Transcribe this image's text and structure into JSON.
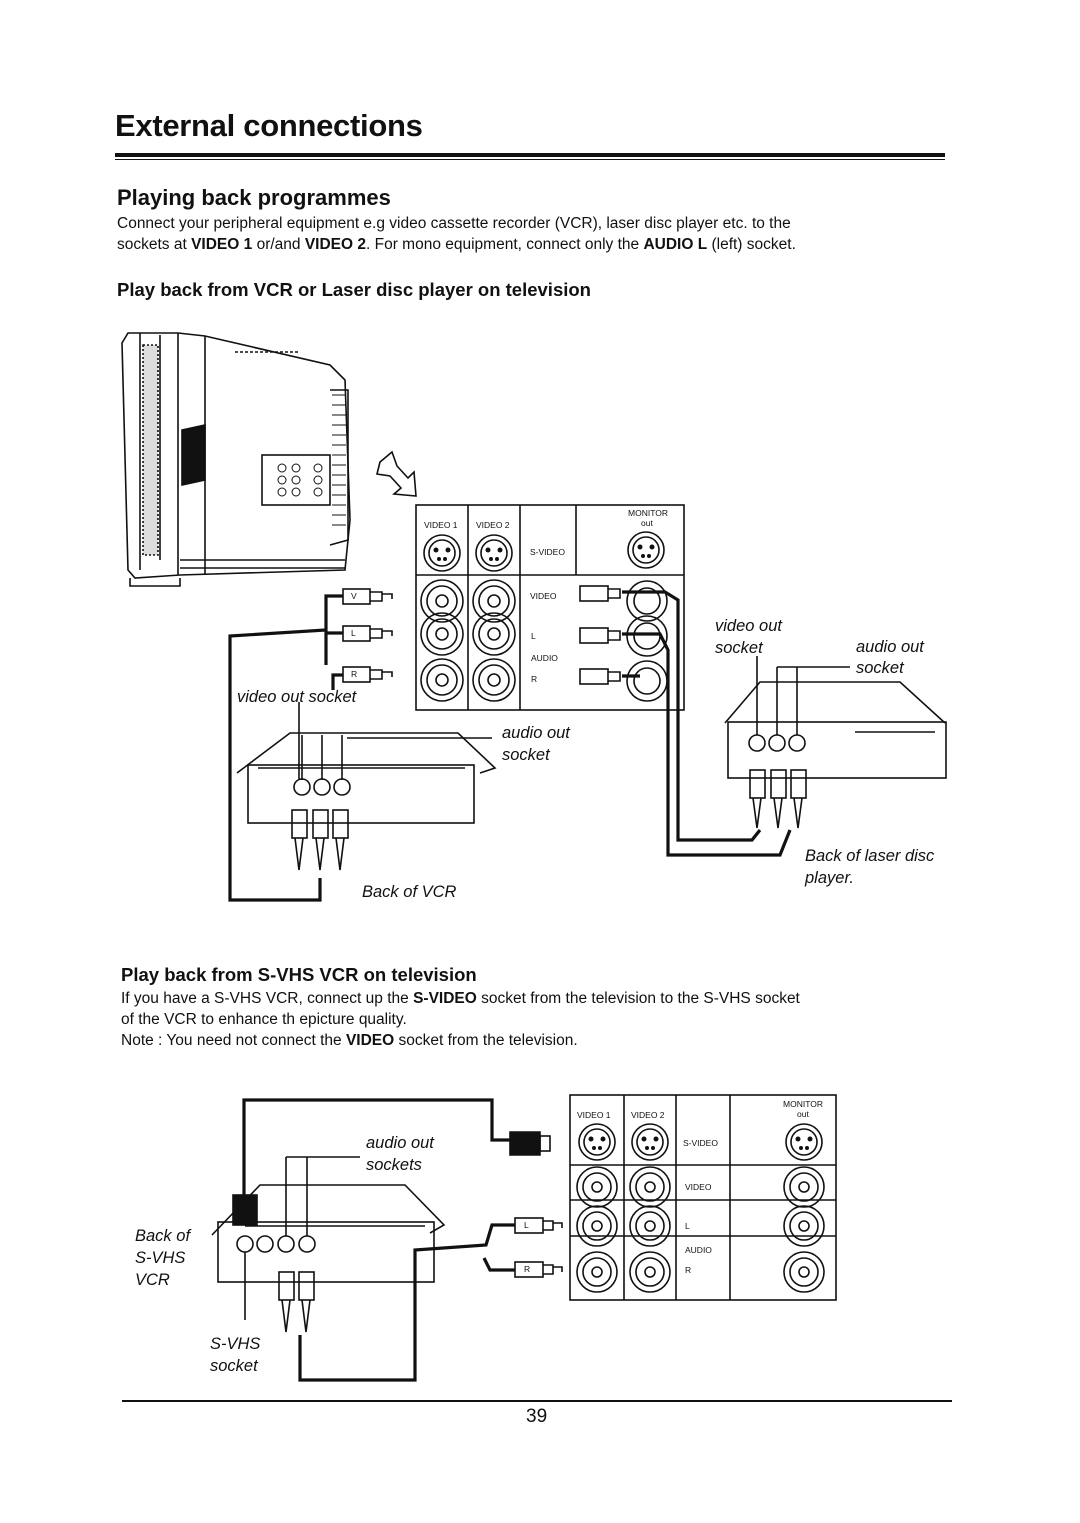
{
  "page": {
    "title": "External connections",
    "section_title": "Playing back programmes",
    "intro": {
      "t1": "Connect your peripheral equipment e.g video cassette recorder (VCR), laser disc player etc. to the",
      "t2": "sockets at ",
      "b1": "VIDEO 1",
      "t3": " or/and ",
      "b2": "VIDEO 2",
      "t4": ". For mono equipment, connect only the ",
      "b3": "AUDIO L",
      "t5": " (left) socket."
    },
    "sub1_title": "Play back from VCR or Laser disc player on television",
    "sub2_title": "Play back from S-VHS VCR on television",
    "sub2_text": {
      "t1": "If you have a S-VHS VCR, connect up the ",
      "b1": "S-VIDEO",
      "t2": " socket from the television to the S-VHS socket",
      "t3": "of the VCR to enhance th epicture quality.",
      "t4": "Note : You need not connect the ",
      "b2": "VIDEO",
      "t5": " socket from the television."
    },
    "page_number": "39"
  },
  "diagram1": {
    "panel": {
      "video1": "VIDEO 1",
      "video2": "VIDEO 2",
      "monitor": "MONITOR",
      "out": "out",
      "svideo": "S-VIDEO",
      "video": "VIDEO",
      "l": "L",
      "audio": "AUDIO",
      "r": "R"
    },
    "plugs": {
      "v": "V",
      "l": "L",
      "r": "R"
    },
    "labels": {
      "video_out_socket": "video out socket",
      "audio_out_1": "audio out",
      "audio_out_2": "socket",
      "back_of_vcr": "Back of VCR",
      "ld_video_out_1": "video out",
      "ld_video_out_2": "socket",
      "ld_audio_out_1": "audio out",
      "ld_audio_out_2": "socket",
      "back_ld_1": "Back of laser disc",
      "back_ld_2": "player."
    }
  },
  "diagram2": {
    "panel": {
      "video1": "VIDEO 1",
      "video2": "VIDEO 2",
      "monitor": "MONITOR",
      "out": "out",
      "svideo": "S-VIDEO",
      "video": "VIDEO",
      "l": "L",
      "audio": "AUDIO",
      "r": "R"
    },
    "plugs": {
      "l": "L",
      "r": "R"
    },
    "labels": {
      "audio_out_1": "audio out",
      "audio_out_2": "sockets",
      "back_of_1": "Back of",
      "back_of_2": "S-VHS",
      "back_of_3": "VCR",
      "svhs_socket_1": "S-VHS",
      "svhs_socket_2": "socket"
    }
  },
  "icons": [
    "tv-set-icon",
    "arrow-icon",
    "vcr-icon",
    "laser-disc-player-icon",
    "svhs-vcr-icon",
    "rca-plug-icon",
    "svideo-socket-icon"
  ]
}
